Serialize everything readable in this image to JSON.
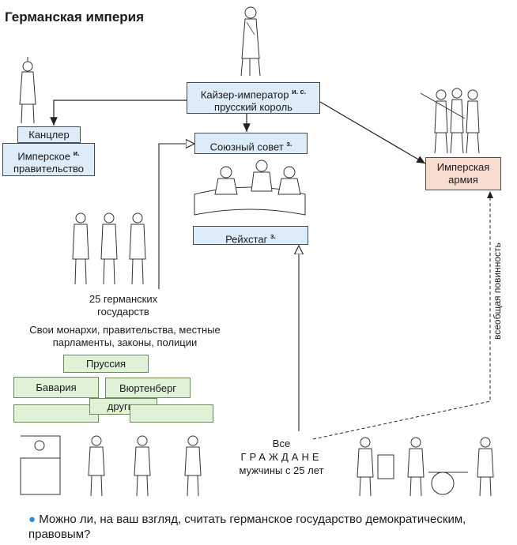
{
  "title": "Германская империя",
  "kaiser": {
    "line1": "Кайзер-император",
    "line1_sup": "и. с.",
    "line2": "прусский король"
  },
  "chancellor": "Канцлер",
  "government": {
    "line1": "Имперское",
    "line1_sup": "и.",
    "line2": "правительство"
  },
  "federal_council": {
    "label": "Союзный совет",
    "sup": "з."
  },
  "reichstag": {
    "label": "Рейхстаг",
    "sup": "з."
  },
  "army": {
    "line1": "Имперская",
    "line2": "армия"
  },
  "states": {
    "line1": "25 германских",
    "line2": "государств"
  },
  "states_desc": {
    "line1": "Свои монархи, правительства, местные",
    "line2": "парламенты, законы, полиции"
  },
  "state_boxes": [
    "Пруссия",
    "Бавария",
    "Вюртенберг",
    "другие"
  ],
  "citizens": {
    "line1": "Все",
    "line2": "ГРАЖДАНЕ",
    "line3": "мужчины с 25 лет"
  },
  "duty": "всеобщая повинность",
  "question": "Можно ли, на ваш взгляд, считать германское государство демократическим, правовым?",
  "colors": {
    "blue_box": "#dcecf8",
    "army_box": "#f8dcd0",
    "state_box": "#dff1d6",
    "bullet": "#2a8ad8"
  }
}
